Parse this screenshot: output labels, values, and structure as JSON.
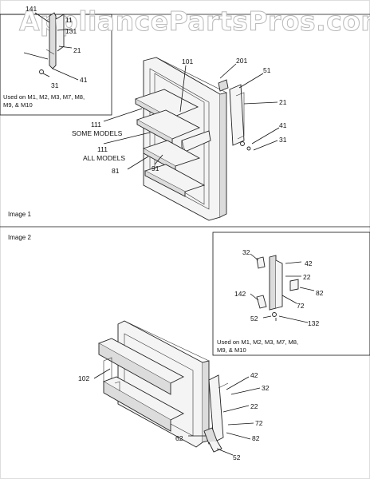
{
  "watermark": "AppliancePartsPros.com",
  "sections": {
    "image1": "Image 1",
    "image2": "Image 2"
  },
  "inset1": {
    "labels": [
      "141",
      "11",
      "131",
      "21",
      "31",
      "41"
    ],
    "note": [
      "Used on M1, M2, M3, M7, M8,",
      "M9, & M10"
    ]
  },
  "door1": {
    "labels": [
      "101",
      "201",
      "51",
      "21",
      "41",
      "31",
      "111",
      "SOME MODELS",
      "111",
      "ALL MODELS",
      "91",
      "81"
    ]
  },
  "inset2": {
    "labels": [
      "32",
      "42",
      "22",
      "82",
      "142",
      "72",
      "52",
      "132"
    ],
    "note": [
      "Used on M1, M2, M3, M7, M8,",
      "M9, & M10"
    ]
  },
  "door2": {
    "labels": [
      "102",
      "42",
      "32",
      "22",
      "72",
      "62",
      "82",
      "52"
    ]
  }
}
